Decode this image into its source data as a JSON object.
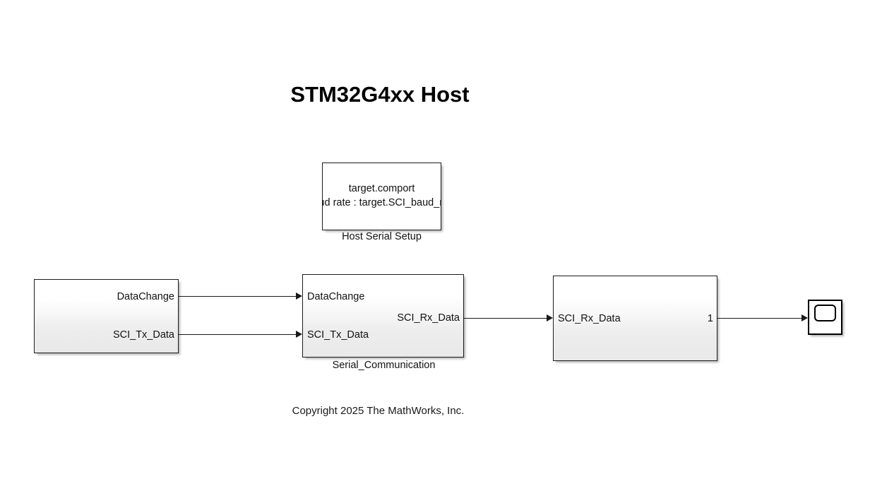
{
  "diagram": {
    "title": "STM32G4xx Host",
    "copyright": "Copyright 2025 The MathWorks, Inc."
  },
  "blocks": {
    "host_serial_setup": {
      "caption": "Host Serial Setup",
      "line1": "target.comport",
      "line2": "Baud rate : target.SCI_baud_rate"
    },
    "source": {
      "caption": "",
      "outputs": [
        {
          "label": "DataChange"
        },
        {
          "label": "SCI_Tx_Data"
        }
      ]
    },
    "serial_communication": {
      "caption": "Serial_Communication",
      "inputs": [
        {
          "label": "DataChange"
        },
        {
          "label": "SCI_Tx_Data"
        }
      ],
      "outputs": [
        {
          "label": "SCI_Rx_Data"
        }
      ]
    },
    "receiver": {
      "caption": "",
      "inputs": [
        {
          "label": "SCI_Rx_Data"
        }
      ],
      "outputs": [
        {
          "label": "1"
        }
      ]
    },
    "scope": {
      "caption": "",
      "icon": "scope-icon"
    }
  }
}
